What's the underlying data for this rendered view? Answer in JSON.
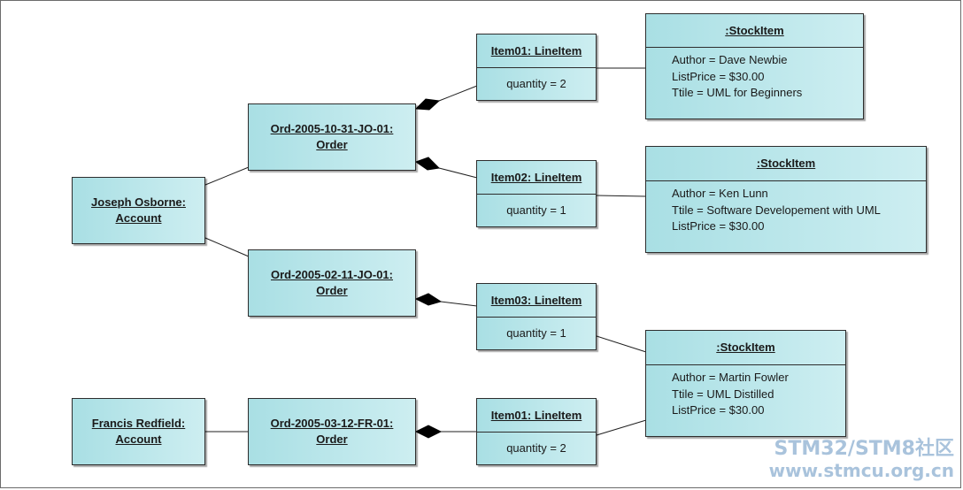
{
  "accounts": {
    "joseph": "Joseph Osborne:\nAccount",
    "francis": "Francis Redfield:\nAccount"
  },
  "orders": {
    "o1": "Ord-2005-10-31-JO-01:\nOrder",
    "o2": "Ord-2005-02-11-JO-01:\nOrder",
    "o3": "Ord-2005-03-12-FR-01:\nOrder"
  },
  "line_items": [
    {
      "title": "Item01: LineItem",
      "attr": "quantity = 2"
    },
    {
      "title": "Item02: LineItem",
      "attr": "quantity = 1"
    },
    {
      "title": "Item03: LineItem",
      "attr": "quantity = 1"
    },
    {
      "title": "Item01: LineItem",
      "attr": "quantity = 2"
    }
  ],
  "stock_items": [
    {
      "title": ":StockItem",
      "attrs": [
        "Author = Dave Newbie",
        "ListPrice = $30.00",
        "Ttile = UML for Beginners"
      ]
    },
    {
      "title": ":StockItem",
      "attrs": [
        "Author = Ken Lunn",
        "Ttile = Software Developement with UML",
        "ListPrice = $30.00"
      ]
    },
    {
      "title": ":StockItem",
      "attrs": [
        "Author = Martin Fowler",
        "Ttile = UML Distilled",
        "ListPrice = $30.00"
      ]
    }
  ],
  "watermark": {
    "line1": "STM32/STM8社区",
    "line2": "www.stmcu.org.cn"
  },
  "colors": {
    "box_fill_start": "#a9dfe4",
    "box_fill_end": "#cdeef1",
    "border": "#2d2d2d",
    "watermark": "#a9c3dc"
  }
}
